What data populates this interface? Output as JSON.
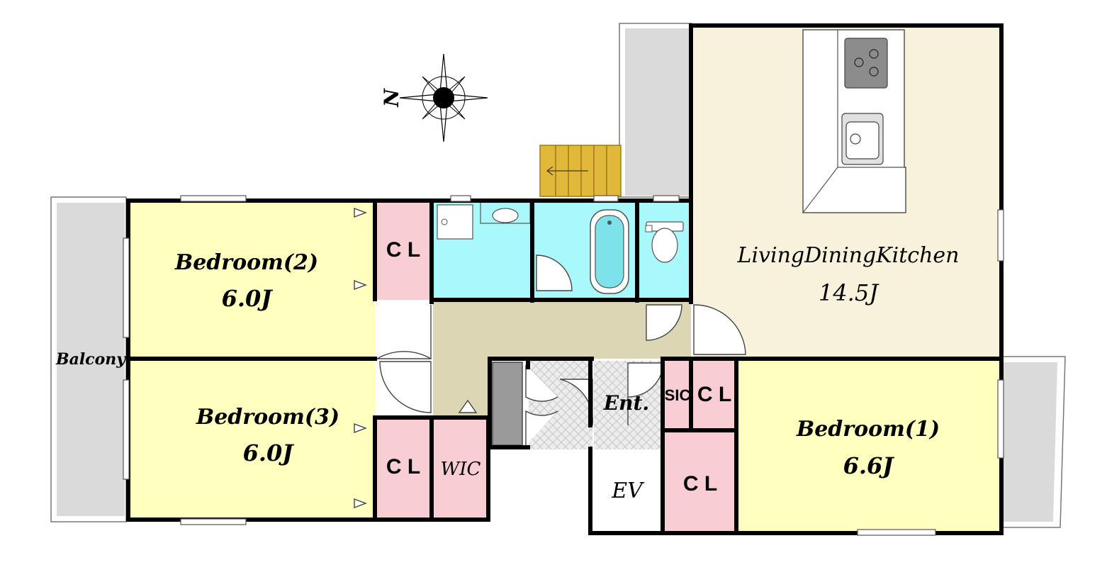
{
  "compass": {
    "north_label": "N"
  },
  "rooms": {
    "bedroom2": {
      "name": "Bedroom(2)",
      "size": "6.0J"
    },
    "bedroom3": {
      "name": "Bedroom(3)",
      "size": "6.0J"
    },
    "bedroom1": {
      "name": "Bedroom(1)",
      "size": "6.6J"
    },
    "ldk": {
      "name": "LivingDiningKitchen",
      "size": "14.5J"
    }
  },
  "labels": {
    "cl": "C L",
    "wic": "WIC",
    "sic": "SIC",
    "ent": "Ent.",
    "ev": "EV",
    "balcony": "Balcony"
  },
  "colors": {
    "bedroom": "#ffffc0",
    "closet": "#f8cdd4",
    "wet_area": "#a8f8fc",
    "ldk": "#f8f2dc",
    "hall": "#dcd6b4",
    "balcony": "#dadada",
    "stairs": "#e2b83a",
    "shaft": "#9a9a9a",
    "entrance_tile": "#e8e8e8"
  }
}
